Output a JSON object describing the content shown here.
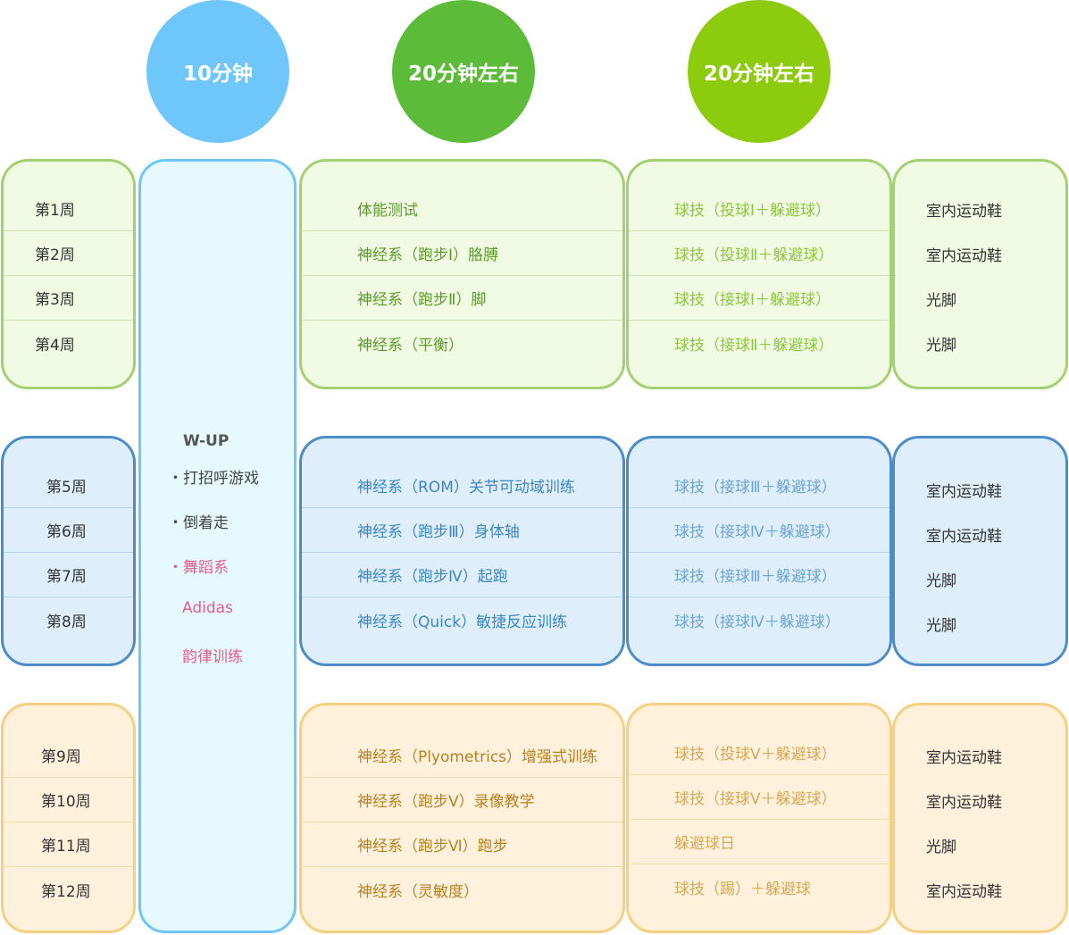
{
  "headers": {
    "warmup": "10分钟",
    "neural": "20分钟左右",
    "ball": "20分钟左右"
  },
  "warmup": {
    "title": "W-UP",
    "items": [
      "・打招呼游戏",
      "・倒着走",
      "・舞蹈系",
      "Adidas",
      "韵律训练"
    ]
  },
  "groups": [
    {
      "weeks": [
        "第1周",
        "第2周",
        "第3周",
        "第4周"
      ],
      "neural": [
        "体能测试",
        "神经系（跑步Ⅰ）胳膊",
        "神经系（跑步Ⅱ）脚",
        "神经系（平衡）"
      ],
      "ball": [
        "球技（投球Ⅰ＋躲避球）",
        "球技（投球Ⅱ＋躲避球）",
        "球技（接球Ⅰ＋躲避球）",
        "球技（接球Ⅱ＋躲避球）"
      ],
      "shoes": [
        "室内运动鞋",
        "室内运动鞋",
        "光脚",
        "光脚"
      ]
    },
    {
      "weeks": [
        "第5周",
        "第6周",
        "第7周",
        "第8周"
      ],
      "neural": [
        "神经系（ROM）关节可动域训练",
        "神经系（跑步Ⅲ）身体轴",
        "神经系（跑步Ⅳ）起跑",
        "神经系（Quick）敏捷反应训练"
      ],
      "ball": [
        "球技（接球Ⅲ＋躲避球）",
        "球技（接球Ⅳ＋躲避球）",
        "球技（接球Ⅲ＋躲避球）",
        "球技（接球Ⅳ＋躲避球）"
      ],
      "shoes": [
        "室内运动鞋",
        "室内运动鞋",
        "光脚",
        "光脚"
      ]
    },
    {
      "weeks": [
        "第9周",
        "第10周",
        "第11周",
        "第12周"
      ],
      "neural": [
        "神经系（Plyometrics）增强式训练",
        "神经系（跑步Ⅴ）录像教学",
        "神经系（跑步Ⅵ）跑步",
        "神经系（灵敏度）"
      ],
      "ball": [
        "球技（投球Ⅴ＋躲避球）",
        "球技（接球Ⅴ＋躲避球）",
        "躲避球日",
        "球技（踢）＋躲避球"
      ],
      "shoes": [
        "室内运动鞋",
        "室内运动鞋",
        "光脚",
        "室内运动鞋"
      ]
    }
  ],
  "colors": {
    "circle_blue": "#6ec6fb",
    "circle_green": "#5dbb3a",
    "circle_lime": "#8ccb0e",
    "green_border": "#a3d171",
    "green_fill": "#f1fbe3",
    "green_text": "#5c9a2d",
    "green_ball_text": "#8dc63f",
    "blue_border": "#4c8cc8",
    "blue_fill": "#deeffb",
    "blue_text": "#3c86c6",
    "blue_ball_text": "#6da5d6",
    "orange_border": "#f7cf80",
    "orange_fill": "#fff1dc",
    "orange_text": "#b88020",
    "orange_ball_text": "#d8a856",
    "wup_border": "#6ec6fb",
    "wup_fill": "#e6f9fc",
    "pink_text": "#e85b8a"
  }
}
